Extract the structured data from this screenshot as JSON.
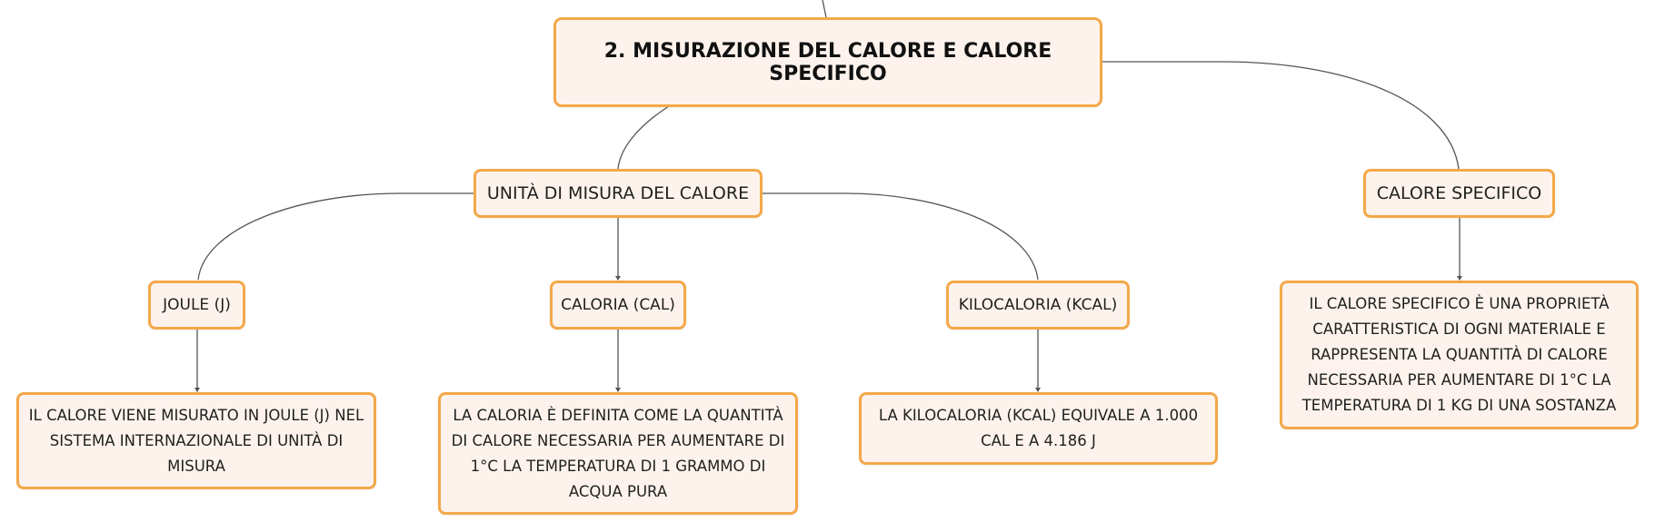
{
  "root": {
    "title": "2. MISURAZIONE DEL CALORE E CALORE SPECIFICO"
  },
  "unita": {
    "label": "UNITÀ DI MISURA DEL CALORE",
    "joule": {
      "label": "JOULE (J)",
      "description": "IL CALORE VIENE MISURATO IN JOULE (J) NEL SISTEMA INTERNAZIONALE DI UNITÀ DI MISURA"
    },
    "caloria": {
      "label": "CALORIA (CAL)",
      "description": "LA CALORIA È DEFINITA COME LA QUANTITÀ DI CALORE NECESSARIA PER AUMENTARE DI 1°C LA TEMPERATURA DI 1 GRAMMO DI ACQUA PURA"
    },
    "kilocaloria": {
      "label": "KILOCALORIA (KCAL)",
      "description": "LA KILOCALORIA (KCAL) EQUIVALE A 1.000 CAL E A 4.186 J"
    }
  },
  "calore_specifico": {
    "label": "CALORE SPECIFICO",
    "description": "IL CALORE SPECIFICO È UNA PROPRIETÀ CARATTERISTICA DI OGNI MATERIALE E RAPPRESENTA LA QUANTITÀ DI CALORE NECESSARIA PER AUMENTARE DI 1°C LA TEMPERATURA DI 1 KG DI UNA SOSTANZA"
  },
  "colors": {
    "node_border": "#f4a849",
    "node_fill": "#fdf3ec",
    "connector": "#555555"
  }
}
